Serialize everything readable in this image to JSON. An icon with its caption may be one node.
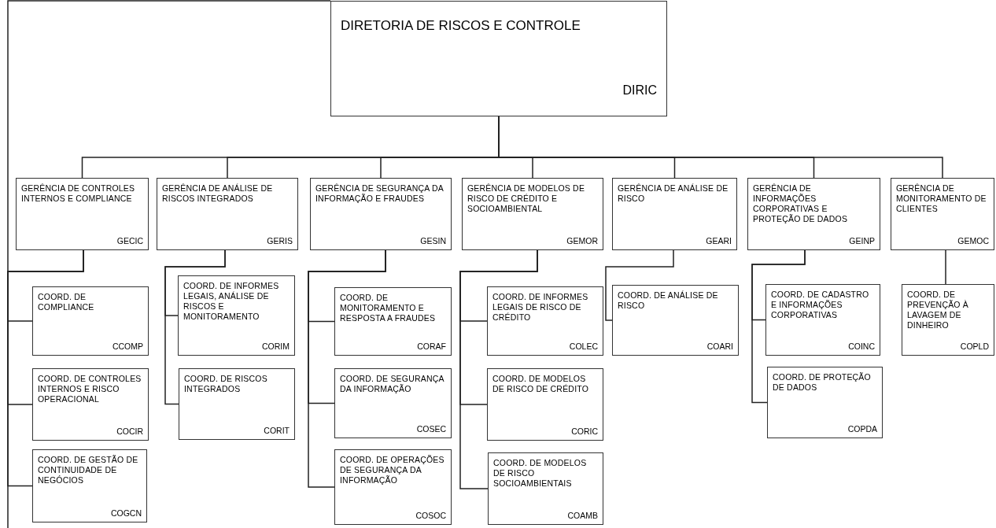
{
  "diagram": {
    "nodes": [
      {
        "text": [
          "DIRETORIA DE RISCOS E CONTROLE",
          "DIRIC"
        ]
      },
      {
        "text": [
          "GERÊNCIA DE CONTROLES INTERNOS E COMPLIANCE",
          "GECIC"
        ]
      },
      {
        "text": [
          "GERÊNCIA DE ANÁLISE DE RISCOS INTEGRADOS",
          "GERIS"
        ]
      },
      {
        "text": [
          "GERÊNCIA DE SEGURANÇA DA INFORMAÇÃO E FRAUDES",
          "GESIN"
        ]
      },
      {
        "text": [
          "GERÊNCIA DE MODELOS DE RISCO DE CRÉDITO E SOCIOAMBIENTAL",
          "GEMOR"
        ]
      },
      {
        "text": [
          "GERÊNCIA DE ANÁLISE DE RISCO",
          "GEARI"
        ]
      },
      {
        "text": [
          "GERÊNCIA DE INFORMAÇÕES CORPORATIVAS E PROTEÇÃO DE DADOS",
          "GEINP"
        ]
      },
      {
        "text": [
          "GERÊNCIA DE MONITORAMENTO DE CLIENTES",
          "GEMOC"
        ]
      },
      {
        "text": [
          "COORD. DE COMPLIANCE",
          "CCOMP"
        ]
      },
      {
        "text": [
          "COORD. DE CONTROLES INTERNOS E RISCO OPERACIONAL",
          "COCIR"
        ]
      },
      {
        "text": [
          "COORD. DE GESTÃO DE CONTINUIDADE DE NEGÓCIOS",
          "COGCN"
        ]
      },
      {
        "text": [
          "COORD. DE INFORMES LEGAIS, ANÁLISE DE RISCOS E MONITORAMENTO",
          "CORIM"
        ]
      },
      {
        "text": [
          "COORD. DE RISCOS INTEGRADOS",
          "CORIT"
        ]
      },
      {
        "text": [
          "COORD. DE MONITORAMENTO E RESPOSTA A FRAUDES",
          "CORAF"
        ]
      },
      {
        "text": [
          "COORD. DE SEGURANÇA DA INFORMAÇÃO",
          "COSEC"
        ]
      },
      {
        "text": [
          "COORD. DE OPERAÇÕES DE SEGURANÇA DA INFORMAÇÃO",
          "COSOC"
        ]
      },
      {
        "text": [
          "COORD. DE INFORMES LEGAIS DE RISCO DE CRÉDITO",
          "COLEC"
        ]
      },
      {
        "text": [
          "COORD. DE MODELOS DE RISCO DE CRÉDITO",
          "CORIC"
        ]
      },
      {
        "text": [
          "COORD. DE MODELOS DE RISCO SOCIOAMBIENTAIS",
          "COAMB"
        ]
      },
      {
        "text": [
          "COORD. DE ANÁLISE DE RISCO",
          "COARI"
        ]
      },
      {
        "text": [
          "COORD. DE CADASTRO E INFORMAÇÕES CORPORATIVAS",
          "COINC"
        ]
      },
      {
        "text": [
          "COORD. DE PROTEÇÃO DE DADOS",
          "COPDA"
        ]
      },
      {
        "text": [
          "COORD. DE PREVENÇÃO À LAVAGEM DE DINHEIRO",
          "COPLD"
        ]
      }
    ],
    "edges": [
      {
        "from": 0,
        "to": 1,
        "arrow": "none"
      },
      {
        "from": 0,
        "to": 2,
        "arrow": "none"
      },
      {
        "from": 0,
        "to": 3,
        "arrow": "none"
      },
      {
        "from": 0,
        "to": 4,
        "arrow": "none"
      },
      {
        "from": 0,
        "to": 5,
        "arrow": "none"
      },
      {
        "from": 0,
        "to": 6,
        "arrow": "none"
      },
      {
        "from": 0,
        "to": 7,
        "arrow": "none"
      },
      {
        "from": 1,
        "to": 8,
        "arrow": "none"
      },
      {
        "from": 1,
        "to": 9,
        "arrow": "none"
      },
      {
        "from": 1,
        "to": 10,
        "arrow": "none"
      },
      {
        "from": 2,
        "to": 11,
        "arrow": "none"
      },
      {
        "from": 2,
        "to": 12,
        "arrow": "none"
      },
      {
        "from": 3,
        "to": 13,
        "arrow": "none"
      },
      {
        "from": 3,
        "to": 14,
        "arrow": "none"
      },
      {
        "from": 3,
        "to": 15,
        "arrow": "none"
      },
      {
        "from": 4,
        "to": 16,
        "arrow": "none"
      },
      {
        "from": 4,
        "to": 17,
        "arrow": "none"
      },
      {
        "from": 4,
        "to": 18,
        "arrow": "none"
      },
      {
        "from": 5,
        "to": 19,
        "arrow": "none"
      },
      {
        "from": 6,
        "to": 20,
        "arrow": "none"
      },
      {
        "from": 6,
        "to": 21,
        "arrow": "none"
      },
      {
        "from": 7,
        "to": 22,
        "arrow": "none"
      }
    ]
  }
}
